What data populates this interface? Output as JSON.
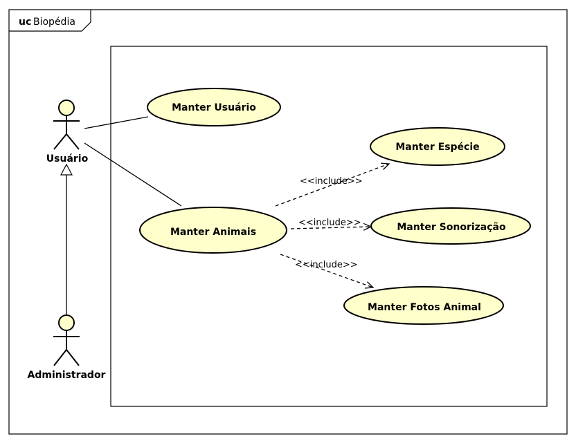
{
  "frame": {
    "keyword": "uc",
    "name": "Biopédia"
  },
  "actors": {
    "usuario": "Usuário",
    "administrador": "Administrador"
  },
  "use_cases": {
    "manter_usuario": "Manter Usuário",
    "manter_animais": "Manter Animais",
    "manter_especie": "Manter Espécie",
    "manter_sonorizacao": "Manter Sonorização",
    "manter_fotos_animal": "Manter Fotos Animal"
  },
  "relations": {
    "include_1": "<<include>>",
    "include_2": "<<include>>",
    "include_3": "<<include>>"
  },
  "colors": {
    "use_case_fill": "#FFFFCC",
    "actor_head_fill": "#FFFFCC",
    "stroke": "#000000"
  }
}
